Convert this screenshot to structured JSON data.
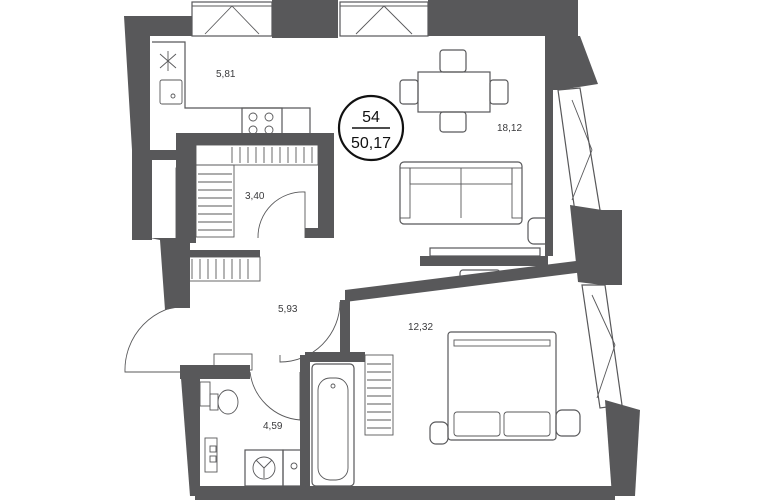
{
  "badge": {
    "rooms_total": "54",
    "living_area": "50,17"
  },
  "rooms": {
    "kitchen": {
      "area": "5,81"
    },
    "living_room": {
      "area": "18,12"
    },
    "wardrobe": {
      "area": "3,40"
    },
    "hallway": {
      "area": "5,93"
    },
    "bedroom": {
      "area": "12,32"
    },
    "bathroom": {
      "area": "4,59"
    }
  },
  "colors": {
    "wall": "#58585a",
    "background": "#ffffff",
    "text": "#3a3a3c"
  }
}
